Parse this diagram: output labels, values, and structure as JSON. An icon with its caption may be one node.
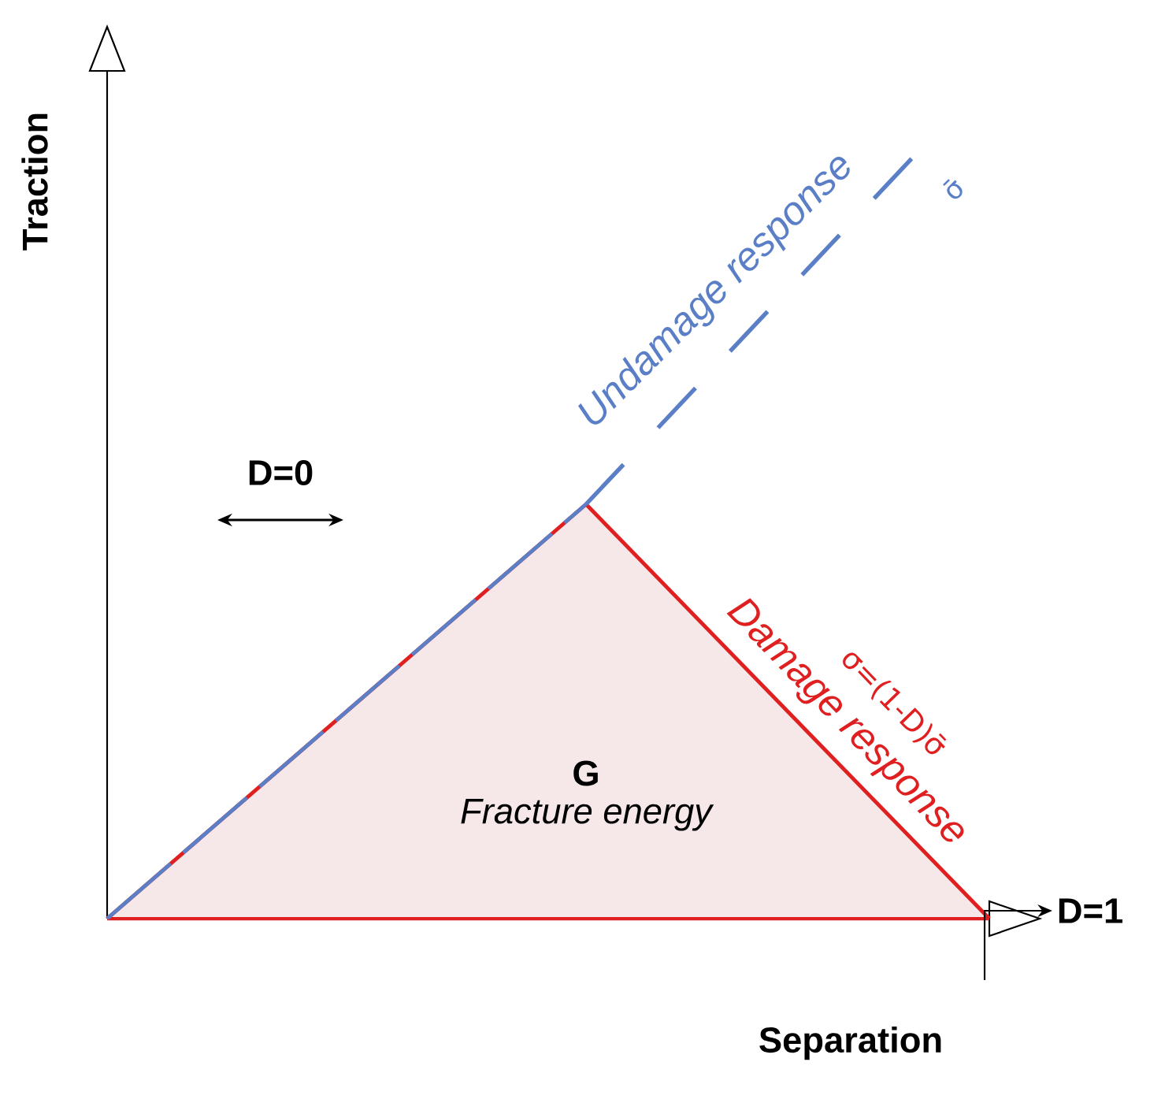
{
  "diagram": {
    "nodes": [
      {
        "text": [
          "G",
          "Fracture energy"
        ]
      },
      {
        "text": [
          "D=1"
        ]
      }
    ],
    "edges": [
      {
        "from": null,
        "to": 1,
        "arrow": "to"
      }
    ],
    "labels": [
      "Traction",
      "Separation",
      "Undamage response",
      "σ̄",
      "D=0",
      "Damage response",
      "σ=(1-D)σ̄"
    ]
  }
}
